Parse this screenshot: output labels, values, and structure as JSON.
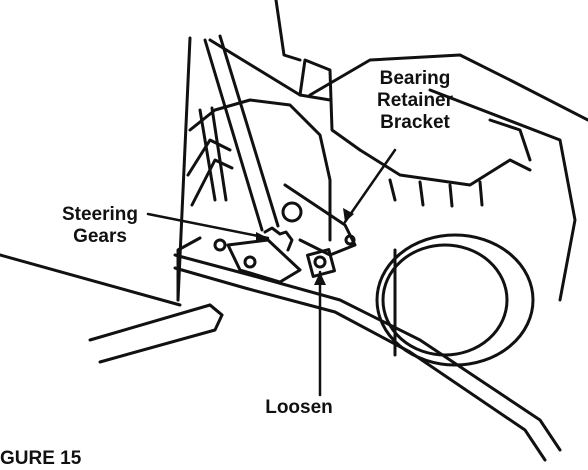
{
  "labels": {
    "bearing_retainer_bracket": [
      "Bearing",
      "Retainer",
      "Bracket"
    ],
    "steering_gears": [
      "Steering",
      "Gears"
    ],
    "loosen": "Loosen"
  },
  "caption": "GURE 15",
  "colors": {
    "ink": "#111111",
    "paper": "#ffffff"
  }
}
